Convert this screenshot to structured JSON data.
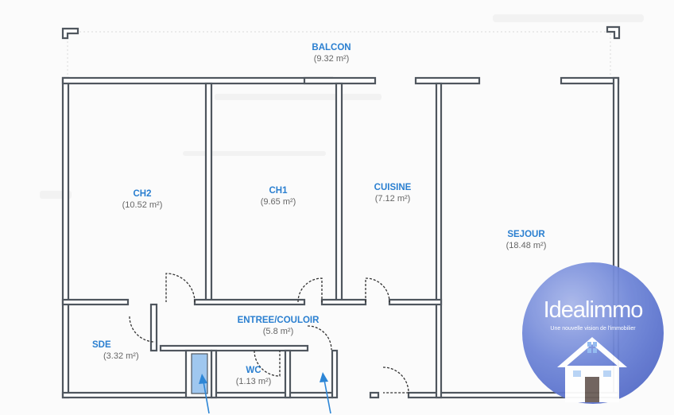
{
  "rooms": {
    "balcon": {
      "name": "BALCON",
      "area": "(9.32 m²)"
    },
    "ch2": {
      "name": "CH2",
      "area": "(10.52 m²)"
    },
    "ch1": {
      "name": "CH1",
      "area": "(9.65 m²)"
    },
    "cuisine": {
      "name": "CUISINE",
      "area": "(7.12 m²)"
    },
    "sejour": {
      "name": "SEJOUR",
      "area": "(18.48 m²)"
    },
    "entree": {
      "name": "ENTREE/COULOIR",
      "area": "(5.8 m²)"
    },
    "sde": {
      "name": "SDE",
      "area": "(3.32 m²)"
    },
    "wc": {
      "name": "WC",
      "area": "(1.13 m²)"
    }
  },
  "logo": {
    "title": "Idealimmo",
    "tagline": "Une nouvelle vision de l'immobilier"
  },
  "colors": {
    "label": "#2a7fd0",
    "wall": "#4f565e",
    "logo": "#5a72cf"
  }
}
